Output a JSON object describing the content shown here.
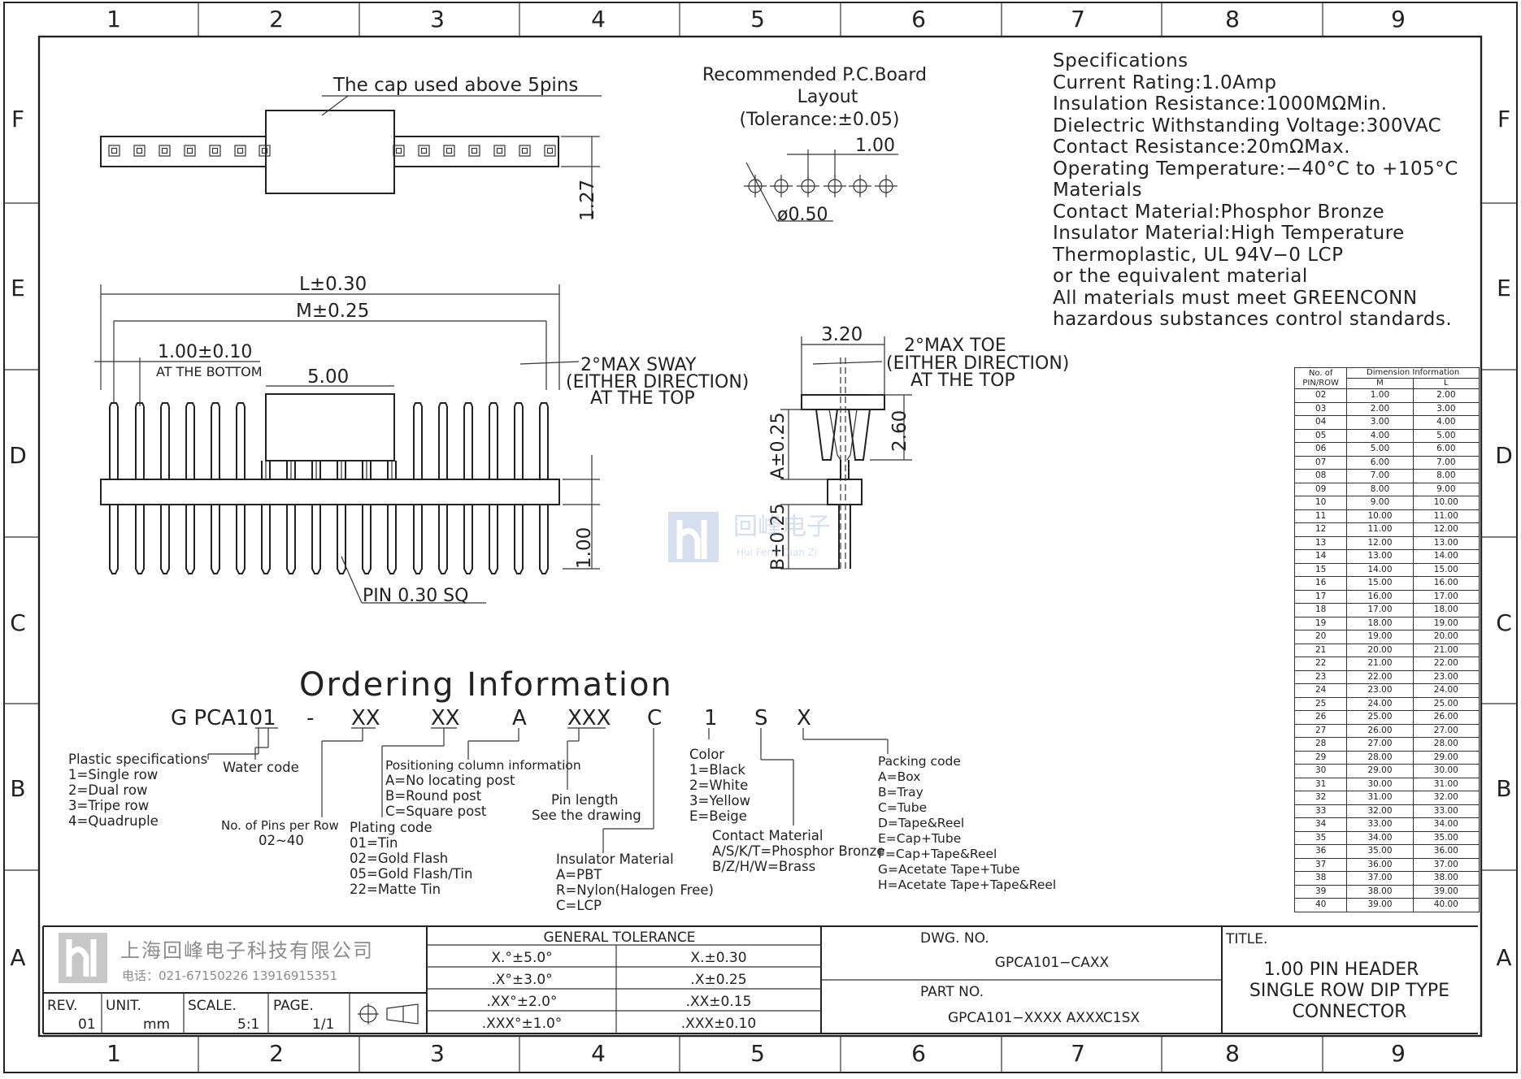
{
  "grid": {
    "columns": [
      "1",
      "2",
      "3",
      "4",
      "5",
      "6",
      "7",
      "8",
      "9"
    ],
    "rows": [
      "F",
      "E",
      "D",
      "C",
      "B",
      "A"
    ]
  },
  "top_view": {
    "cap_note": "The cap used above 5pins",
    "height_dim": "1.27"
  },
  "pcb": {
    "title_line1": "Recommended P.C.Board",
    "title_line2": "Layout",
    "tolerance": "(Tolerance:±0.05)",
    "pitch": "1.00",
    "hole": "ø0.50"
  },
  "specifications": [
    "Specifications",
    "Current Rating:1.0Amp",
    "Insulation Resistance:1000MΩMin.",
    "Dielectric Withstanding Voltage:300VAC",
    "Contact Resistance:20mΩMax.",
    "Operating Temperature:−40°C to +105°C",
    "Materials",
    "Contact Material:Phosphor Bronze",
    "Insulator Material:High Temperature",
    "Thermoplastic, UL 94V−0 LCP",
    "or the equivalent material",
    "All materials must meet GREENCONN",
    "hazardous substances control standards."
  ],
  "front_view": {
    "l_dim": "L±0.30",
    "m_dim": "M±0.25",
    "pitch_dim": "1.00±0.10",
    "pitch_note": "AT THE BOTTOM",
    "cap_dim": "5.00",
    "sway_1": "2°MAX SWAY",
    "sway_2": "(EITHER DIRECTION)",
    "sway_3": "AT THE TOP",
    "bottom_dim": "1.00",
    "pin_note": "PIN 0.30 SQ"
  },
  "side_view": {
    "width_dim": "3.20",
    "toe_1": "2°MAX TOE",
    "toe_2": "(EITHER DIRECTION)",
    "toe_3": "AT THE TOP",
    "a_dim": "A±0.25",
    "cap_height": "2.60",
    "b_dim": "B±0.25"
  },
  "watermark": {
    "company": "回峰电子",
    "sub": "Hui Feng Dian Zi"
  },
  "dimension_table": {
    "header_left_1": "No. of",
    "header_left_2": "PIN/ROW",
    "header_group": "Dimension Information",
    "col_m": "M",
    "col_l": "L",
    "rows": [
      [
        "02",
        "1.00",
        "2.00"
      ],
      [
        "03",
        "2.00",
        "3.00"
      ],
      [
        "04",
        "3.00",
        "4.00"
      ],
      [
        "05",
        "4.00",
        "5.00"
      ],
      [
        "06",
        "5.00",
        "6.00"
      ],
      [
        "07",
        "6.00",
        "7.00"
      ],
      [
        "08",
        "7.00",
        "8.00"
      ],
      [
        "09",
        "8.00",
        "9.00"
      ],
      [
        "10",
        "9.00",
        "10.00"
      ],
      [
        "11",
        "10.00",
        "11.00"
      ],
      [
        "12",
        "11.00",
        "12.00"
      ],
      [
        "13",
        "12.00",
        "13.00"
      ],
      [
        "14",
        "13.00",
        "14.00"
      ],
      [
        "15",
        "14.00",
        "15.00"
      ],
      [
        "16",
        "15.00",
        "16.00"
      ],
      [
        "17",
        "16.00",
        "17.00"
      ],
      [
        "18",
        "17.00",
        "18.00"
      ],
      [
        "19",
        "18.00",
        "19.00"
      ],
      [
        "20",
        "19.00",
        "20.00"
      ],
      [
        "21",
        "20.00",
        "21.00"
      ],
      [
        "22",
        "21.00",
        "22.00"
      ],
      [
        "23",
        "22.00",
        "23.00"
      ],
      [
        "24",
        "23.00",
        "24.00"
      ],
      [
        "25",
        "24.00",
        "25.00"
      ],
      [
        "26",
        "25.00",
        "26.00"
      ],
      [
        "27",
        "26.00",
        "27.00"
      ],
      [
        "28",
        "27.00",
        "28.00"
      ],
      [
        "29",
        "28.00",
        "29.00"
      ],
      [
        "30",
        "29.00",
        "30.00"
      ],
      [
        "31",
        "30.00",
        "31.00"
      ],
      [
        "32",
        "31.00",
        "32.00"
      ],
      [
        "33",
        "32.00",
        "33.00"
      ],
      [
        "34",
        "33.00",
        "34.00"
      ],
      [
        "35",
        "34.00",
        "35.00"
      ],
      [
        "36",
        "35.00",
        "36.00"
      ],
      [
        "37",
        "36.00",
        "37.00"
      ],
      [
        "38",
        "37.00",
        "38.00"
      ],
      [
        "39",
        "38.00",
        "39.00"
      ],
      [
        "40",
        "39.00",
        "40.00"
      ]
    ]
  },
  "ordering": {
    "title": "Ordering Information",
    "code": [
      "G PCA101",
      "-",
      "XX",
      "XX",
      "A",
      "XXX",
      "C",
      "1",
      "S",
      "X"
    ],
    "plastic": [
      "Plastic specifications",
      "1=Single row",
      "2=Dual row",
      "3=Tripe row",
      "4=Quadruple"
    ],
    "water": "Water code",
    "pins": [
      "No. of Pins per Row",
      "02~40"
    ],
    "plating": [
      "Plating code",
      "01=Tin",
      "02=Gold Flash",
      "05=Gold Flash/Tin",
      "22=Matte Tin"
    ],
    "positioning": [
      "Positioning column information",
      "A=No locating post",
      "B=Round post",
      "C=Square post"
    ],
    "pin_length": [
      "Pin length",
      "See the drawing"
    ],
    "insulator": [
      "Insulator Material",
      "A=PBT",
      "R=Nylon(Halogen Free)",
      "C=LCP"
    ],
    "color": [
      "Color",
      "1=Black",
      "2=White",
      "3=Yellow",
      "E=Beige"
    ],
    "contact": [
      "Contact Material",
      "A/S/K/T=Phosphor Bronze",
      "B/Z/H/W=Brass"
    ],
    "packing": [
      "Packing code",
      "A=Box",
      "B=Tray",
      "C=Tube",
      "D=Tape&Reel",
      "E=Cap+Tube",
      "F=Cap+Tape&Reel",
      "G=Acetate Tape+Tube",
      "H=Acetate Tape+Tape&Reel"
    ]
  },
  "title_block": {
    "company_cn": "上海回峰电子科技有限公司",
    "phone": "电话：021-67150226  13916915351",
    "rev_label": "REV.",
    "rev_value": "01",
    "unit_label": "UNIT.",
    "unit_value": "mm",
    "scale_label": "SCALE.",
    "scale_value": "5:1",
    "page_label": "PAGE.",
    "page_value": "1/1",
    "tolerance_title": "GENERAL TOLERANCE",
    "tolerances": [
      [
        "X.°±5.0°",
        "X.±0.30"
      ],
      [
        ".X°±3.0°",
        ".X±0.25"
      ],
      [
        ".XX°±2.0°",
        ".XX±0.15"
      ],
      [
        ".XXX°±1.0°",
        ".XXX±0.10"
      ]
    ],
    "dwg_label": "DWG. NO.",
    "dwg_value": "GPCA101−CAXX",
    "part_label": "PART NO.",
    "part_value": "GPCA101−XXXX AXXXC1SX",
    "title_label": "TITLE.",
    "title_lines": [
      "1.00 PIN HEADER",
      "SINGLE ROW DIP TYPE",
      "CONNECTOR"
    ]
  }
}
